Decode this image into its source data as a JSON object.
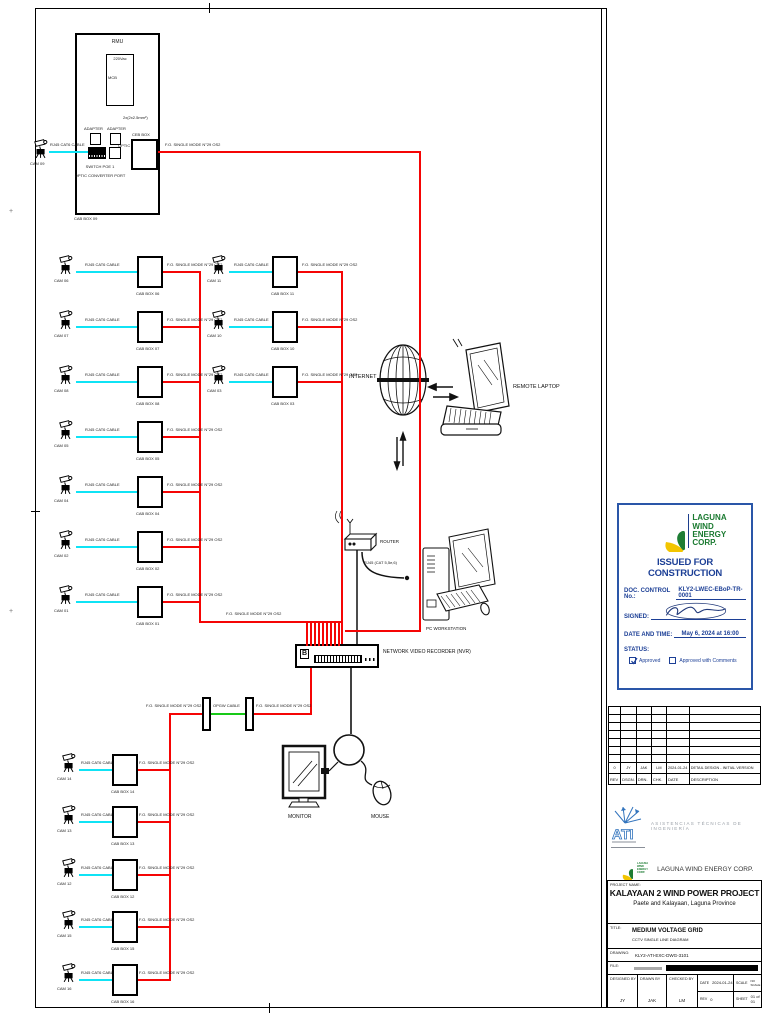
{
  "sheet": {
    "rmu": {
      "title": "RMU",
      "supply": "220Vac",
      "breaker": "MCB",
      "wire_spec": "2x(2x2.5mm²)",
      "adapter_left": "ADAPTER",
      "adapter_right": "ADAPTER",
      "switch_label": "SWITCH POE 1",
      "converter_label": "OPTIC CONVERTER PORT",
      "optic_cable": "OPTIC CABLE",
      "ceb_box": "CEB BOX",
      "cam": "CAM 09",
      "cab": "CAB BOX 09"
    },
    "cable_labels": {
      "rj45": "RJ45 CAT6 CABLE",
      "fo": "F.O.  SINGLE MODE N°29 OS2",
      "opgw": "OPGW CABLE",
      "rj45_cat": "RJ45 (CAT 5,5e,6)"
    },
    "devices": {
      "internet": "INTERNET",
      "remote_laptop": "REMOTE LAPTOP",
      "router": "ROUTER",
      "pc_workstation": "PC WORKSTATION",
      "nvr": "NETWORK VIDEO RECORDER (NVR)",
      "nvr_b": "B",
      "monitor": "MONITOR",
      "mouse": "MOUSE"
    },
    "camera_groups": [
      {
        "rows": [
          {
            "cam": "CAM 06",
            "cab": "CAB BOX 06"
          },
          {
            "cam": "CAM 07",
            "cab": "CAB BOX 07"
          },
          {
            "cam": "CAM 08",
            "cab": "CAB BOX 08"
          },
          {
            "cam": "CAM 05",
            "cab": "CAB BOX 05"
          },
          {
            "cam": "CAM 04",
            "cab": "CAB BOX 04"
          },
          {
            "cam": "CAM 02",
            "cab": "CAB BOX 02"
          },
          {
            "cam": "CAM 01",
            "cab": "CAB BOX 01"
          }
        ]
      },
      {
        "rows": [
          {
            "cam": "CAM 11",
            "cab": "CAB BOX 11"
          },
          {
            "cam": "CAM 10",
            "cab": "CAB BOX 10"
          },
          {
            "cam": "CAM 03",
            "cab": "CAB BOX 03"
          }
        ]
      },
      {
        "rows": [
          {
            "cam": "CAM 14",
            "cab": "CAB BOX 14"
          },
          {
            "cam": "CAM 13",
            "cab": "CAB BOX 13"
          },
          {
            "cam": "CAM 12",
            "cab": "CAB BOX 12"
          },
          {
            "cam": "CAM 15",
            "cab": "CAB BOX 15"
          },
          {
            "cam": "CAM 16",
            "cab": "CAB BOX 16"
          }
        ]
      }
    ]
  },
  "stamp": {
    "logo_lines": [
      "LAGUNA",
      "WIND",
      "ENERGY",
      "CORP."
    ],
    "issued": "ISSUED FOR CONSTRUCTION",
    "doc_label": "DOC. CONTROL No.:",
    "doc_value": "KLY2-LWEC-EBoP-TR-0001",
    "signed_label": "SIGNED:",
    "datetime_label": "DATE AND TIME:",
    "datetime_value": "May 6, 2024 at 16:00",
    "status_label": "STATUS:",
    "approved": "Approved",
    "approved_comments": "Approved with Comments"
  },
  "revisions": {
    "headers": {
      "rev": "REV",
      "dsgn": "DSGN.",
      "drn": "DRN.",
      "chk": "CHK.",
      "date": "DATE",
      "desc": "DESCRIPTION"
    },
    "entry": {
      "rev": "0",
      "dsgn": "JY",
      "drn": "JAK",
      "chk": "LM",
      "date": "2024-01-24",
      "desc": "DETAIL DESIGN - INITIAL VERSION"
    }
  },
  "firms": {
    "ati_name": "ATI",
    "ati_tagline": "ASISTENCIAS TÉCNICAS DE INGENIERÍA",
    "lwec_name": "LAGUNA WIND ENERGY CORP."
  },
  "title_block": {
    "project_label": "PROJECT NAME:",
    "project": "KALAYAAN 2 WIND POWER PROJECT",
    "location": "Paete and Kalayaan, Laguna Province",
    "title_label": "TITLE:",
    "title1": "MEDIUM VOLTAGE GRID",
    "title2": "CCTV SINGLE LINE DIAGRAM",
    "drawing_label": "DRAWING:",
    "drawing": "KLY2-ATI-EXC-DWG-3101",
    "file_label": "FILE:",
    "designed_label": "DESIGNED BY",
    "designed": "JY",
    "drawn_label": "DRAWN BY",
    "drawn": "JAK",
    "checked_label": "CHECKED BY",
    "checked": "LM",
    "date_label": "DATE",
    "date": "2024-01-24",
    "rev_label": "REV",
    "rev": "0",
    "scale_label": "SCALE",
    "scale": "NO SCALE",
    "sheet_label": "SHEET",
    "sheet": "01 of 01"
  }
}
